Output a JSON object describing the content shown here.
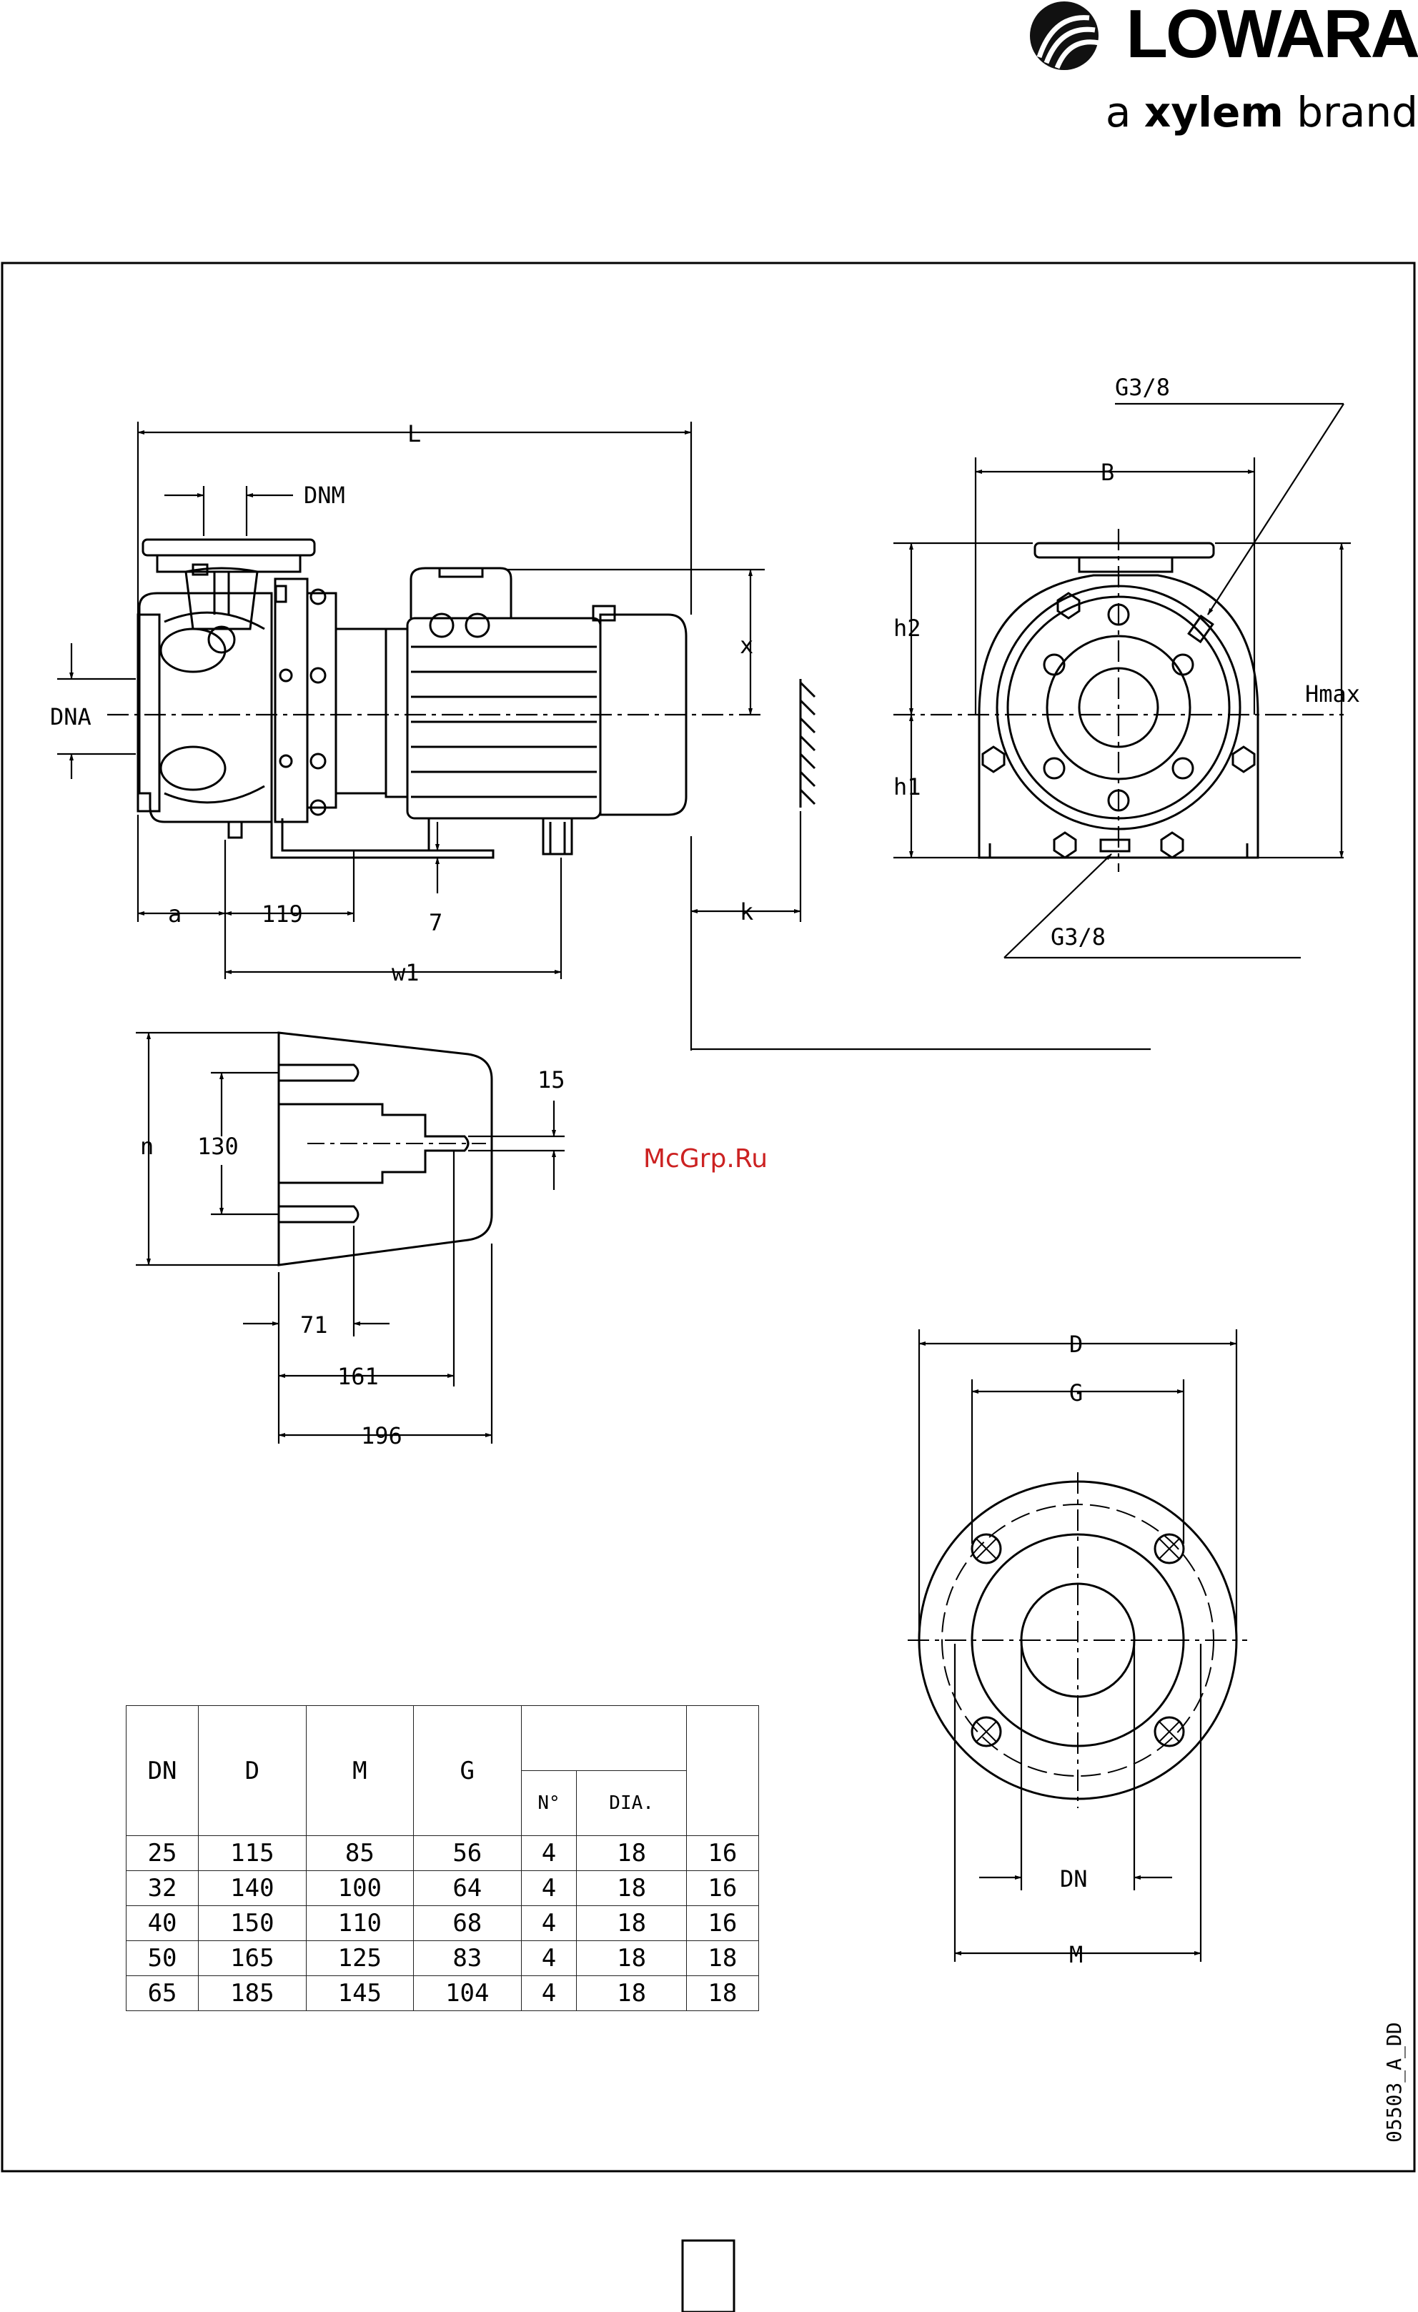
{
  "brand": {
    "name": "LOWARA",
    "tagline_prefix": "a",
    "tagline_bold": "xylem",
    "tagline_suffix": "brand"
  },
  "drawing_code": "05503_A_DD",
  "watermark": "McGrp.Ru",
  "side_view": {
    "labels": {
      "L": "L",
      "DNM": "DNM",
      "DNA": "DNA",
      "x": "x",
      "a": "a",
      "dim_119": "119",
      "dim_7": "7",
      "w1": "w1",
      "k": "k"
    }
  },
  "front_view": {
    "labels": {
      "g38_top": "G3/8",
      "B": "B",
      "h2": "h2",
      "h1": "h1",
      "Hmax": "Hmax",
      "g38_bottom": "G3/8"
    }
  },
  "base_plate": {
    "labels": {
      "n": "n",
      "dim_130": "130",
      "dim_15": "15",
      "dim_71": "71",
      "dim_161": "161",
      "dim_196": "196"
    }
  },
  "flange_view": {
    "labels": {
      "D": "D",
      "G": "G",
      "DN": "DN",
      "M": "M"
    }
  },
  "dimension_table": {
    "headers": [
      "DN",
      "D",
      "M",
      "G"
    ],
    "subheaders": [
      "N°",
      "DIA."
    ],
    "rows": [
      [
        "25",
        "115",
        "85",
        "56",
        "4",
        "18",
        "16"
      ],
      [
        "32",
        "140",
        "100",
        "64",
        "4",
        "18",
        "16"
      ],
      [
        "40",
        "150",
        "110",
        "68",
        "4",
        "18",
        "16"
      ],
      [
        "50",
        "165",
        "125",
        "83",
        "4",
        "18",
        "18"
      ],
      [
        "65",
        "185",
        "145",
        "104",
        "4",
        "18",
        "18"
      ]
    ]
  }
}
